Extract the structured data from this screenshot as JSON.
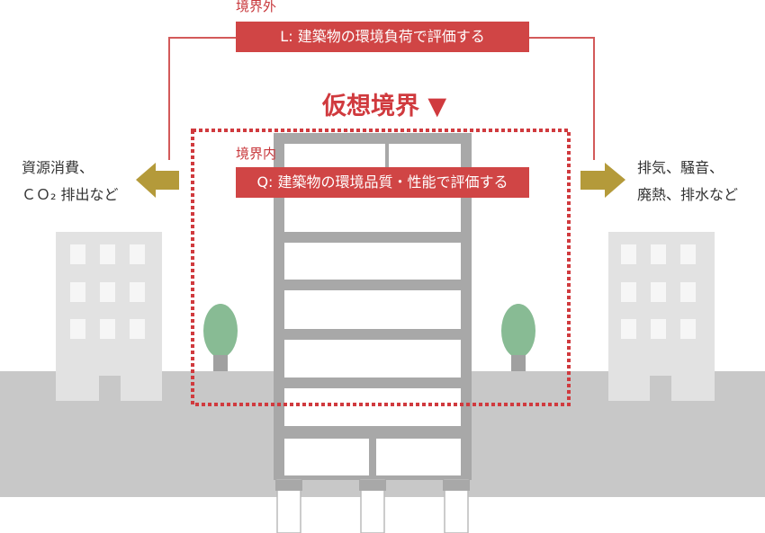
{
  "outside_boundary": {
    "label": "境界外",
    "box_text": "L: 建築物の環境負荷で評価する"
  },
  "virtual_boundary": {
    "title": "仮想境界 ▼"
  },
  "inside_boundary": {
    "label": "境界内",
    "box_text": "Q: 建築物の環境品質・性能で評価する"
  },
  "left_output": {
    "line1": "資源消費、",
    "line2": "ＣＯ₂ 排出など"
  },
  "right_output": {
    "line1": "排気、騒音、",
    "line2": "廃熱、排水など"
  },
  "colors": {
    "accent_red": "#d04545",
    "arrow_gold": "#b49a3a",
    "ground_gray": "#c8c8c8",
    "building_gray": "#a8a8a8",
    "tree_green": "#88bb94"
  }
}
